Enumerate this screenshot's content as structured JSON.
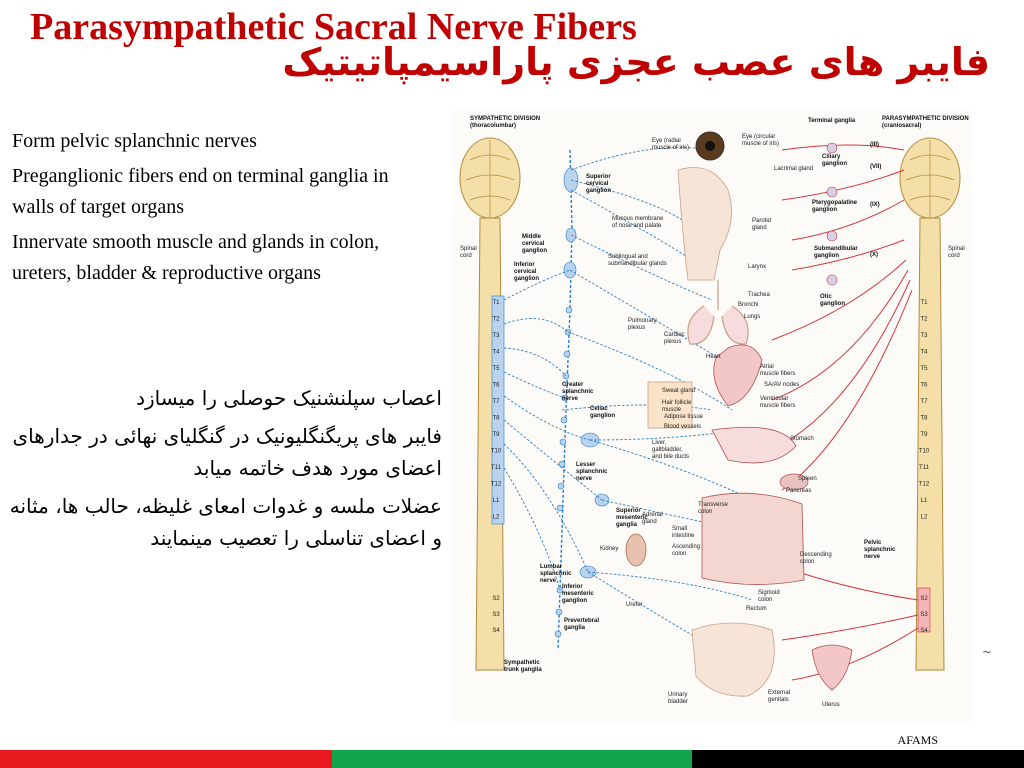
{
  "title_en": "Parasympathetic Sacral Nerve Fibers",
  "title_fa": "فایبر های عصب عجزی پاراسیمپاتیتیک",
  "en_points": [
    "Form pelvic splanchnic nerves",
    "Preganglionic fibers end on terminal ganglia in walls of target organs",
    "Innervate smooth muscle and glands in colon, ureters, bladder & reproductive organs"
  ],
  "fa_points": [
    "اعصاب سپلنشنیک حوصلی را میسازد",
    "فایبر های پریگنگلیونیک در گنگلیای نهائی در جدارهای اعضای مورد هدف خاتمه میابد",
    "عضلات ملسه و غدوات امعای غلیظه، حالب ها، مثانه و اعضای تناسلی را تعصیب مینمایند"
  ],
  "diagram": {
    "left_header": [
      "SYMPATHETIC DIVISION",
      "(thoracolumbar)"
    ],
    "right_header": [
      "PARASYMPATHETIC DIVISION",
      "(craniosacral)"
    ],
    "terminal_ganglia": "Terminal ganglia",
    "spinal_cord_left": [
      "Spinal",
      "cord"
    ],
    "spinal_cord_right": [
      "Spinal",
      "cord"
    ],
    "segments_left": [
      "T1",
      "T2",
      "T3",
      "T4",
      "T5",
      "T6",
      "T7",
      "T8",
      "T9",
      "T10",
      "T11",
      "T12",
      "L1",
      "L2"
    ],
    "segments_left_lower": [
      "S2",
      "S3",
      "S4"
    ],
    "segments_right": [
      "T1",
      "T2",
      "T3",
      "T4",
      "T5",
      "T6",
      "T7",
      "T8",
      "T9",
      "T10",
      "T11",
      "T12",
      "L1",
      "L2"
    ],
    "segments_right_lower": [
      "S2",
      "S3",
      "S4"
    ],
    "cranial_nerves": [
      "(III)",
      "(VII)",
      "(IX)",
      "(X)"
    ],
    "sym_ganglia": [
      [
        "Superior",
        "cervical",
        "ganglion"
      ],
      [
        "Middle",
        "cervical",
        "ganglion"
      ],
      [
        "Inferior",
        "cervical",
        "ganglion"
      ],
      [
        "Greater",
        "splanchnic",
        "nerve"
      ],
      [
        "Celiac",
        "ganglion"
      ],
      [
        "Lesser",
        "splanchnic",
        "nerve"
      ],
      [
        "Superior",
        "mesenteric",
        "ganglia"
      ],
      [
        "Lumbar",
        "splanchnic",
        "nerve"
      ],
      [
        "Inferior",
        "mesenteric",
        "ganglion"
      ],
      [
        "Prevertebral",
        "ganglia"
      ],
      [
        "Sympathetic",
        "trunk ganglia"
      ]
    ],
    "para_ganglia": [
      [
        "Ciliary",
        "ganglion"
      ],
      [
        "Pterygopalatine",
        "ganglion"
      ],
      [
        "Submandibular",
        "ganglion"
      ],
      [
        "Otic",
        "ganglion"
      ],
      [
        "Pelvic",
        "splanchnic",
        "nerve"
      ]
    ],
    "organs": [
      [
        "Eye (radial",
        "muscle of iris)"
      ],
      [
        "Eye (circular",
        "muscle of iris)"
      ],
      [
        "Lacrimal gland"
      ],
      [
        "Mucous membrane",
        "of nose and palate"
      ],
      [
        "Parotid",
        "gland"
      ],
      [
        "Sublingual and",
        "submandibular glands"
      ],
      [
        "Larynx"
      ],
      [
        "Trachea"
      ],
      [
        "Bronchi"
      ],
      [
        "Lungs"
      ],
      [
        "Pulmonary",
        "plexus"
      ],
      [
        "Cardiac",
        "plexus"
      ],
      [
        "Heart"
      ],
      [
        "Atrial",
        "muscle fibers"
      ],
      [
        "SA/AV nodes"
      ],
      [
        "Ventricular",
        "muscle fibers"
      ],
      [
        "Sweat gland"
      ],
      [
        "Hair follicle",
        "muscle"
      ],
      [
        "Adipose tissue"
      ],
      [
        "Blood vessels"
      ],
      [
        "Liver,",
        "gallbladder,",
        "and bile ducts"
      ],
      [
        "Stomach"
      ],
      [
        "Spleen"
      ],
      [
        "Pancreas"
      ],
      [
        "Adrenal",
        "gland"
      ],
      [
        "Transverse",
        "colon"
      ],
      [
        "Small",
        "intestine"
      ],
      [
        "Ascending",
        "colon"
      ],
      [
        "Kidney"
      ],
      [
        "Descending",
        "colon"
      ],
      [
        "Sigmoid",
        "colon"
      ],
      [
        "Ureter"
      ],
      [
        "Rectum"
      ],
      [
        "Urinary",
        "bladder"
      ],
      [
        "External",
        "genitals"
      ],
      [
        "Uterus"
      ]
    ]
  },
  "footer": {
    "org": "AFAMS",
    "bar_colors": [
      "#e8191f",
      "#12a44a",
      "#000000"
    ]
  },
  "colors": {
    "title": "#c00000",
    "sympathetic": "#2a7fc8",
    "parasympathetic": "#d2343c"
  }
}
